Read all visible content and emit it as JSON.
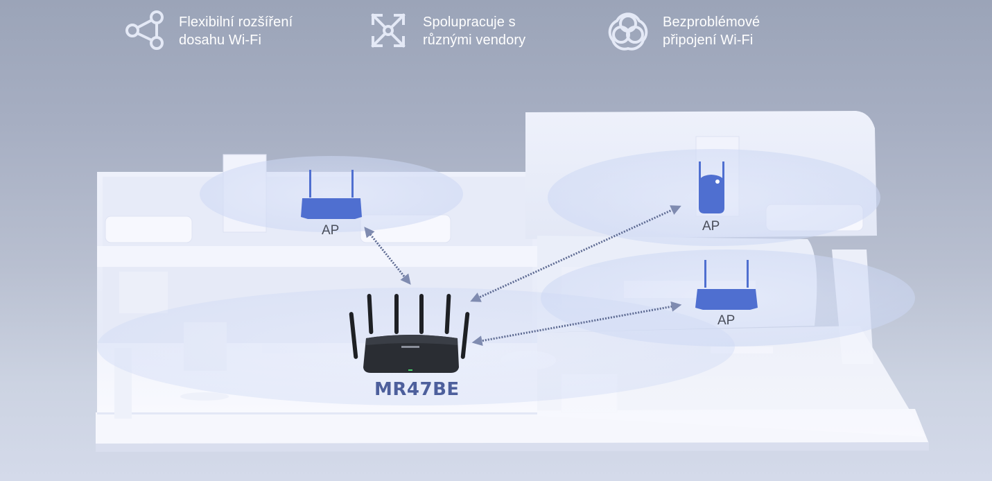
{
  "features": [
    {
      "icon": "share-nodes-icon",
      "line1": "Flexibilní rozšíření",
      "line2": "dosahu Wi-Fi"
    },
    {
      "icon": "expand-arrows-icon",
      "line1": "Spolupracuje s",
      "line2": "různými vendory"
    },
    {
      "icon": "overlapping-circles-icon",
      "line1": "Bezproblémové",
      "line2": "připojení Wi-Fi"
    }
  ],
  "diagram": {
    "main_router": {
      "model": "MR47BE",
      "icon": "router-six-antenna-icon"
    },
    "access_points": [
      {
        "label": "AP",
        "type": "router",
        "location": "upper-left-floor"
      },
      {
        "label": "AP",
        "type": "extender",
        "location": "upper-right-floor"
      },
      {
        "label": "AP",
        "type": "router",
        "location": "right-mid-floor"
      }
    ],
    "links": [
      {
        "from": "MR47BE",
        "to": "AP upper-left",
        "style": "dotted-bidirectional"
      },
      {
        "from": "MR47BE",
        "to": "AP upper-right",
        "style": "dotted-bidirectional"
      },
      {
        "from": "MR47BE",
        "to": "AP right-mid",
        "style": "dotted-bidirectional"
      }
    ]
  },
  "colors": {
    "ap_blue": "#4f6fd0",
    "model_text": "#4d5f9c",
    "link_dots": "#5d6a92",
    "feature_text": "#ffffff"
  }
}
